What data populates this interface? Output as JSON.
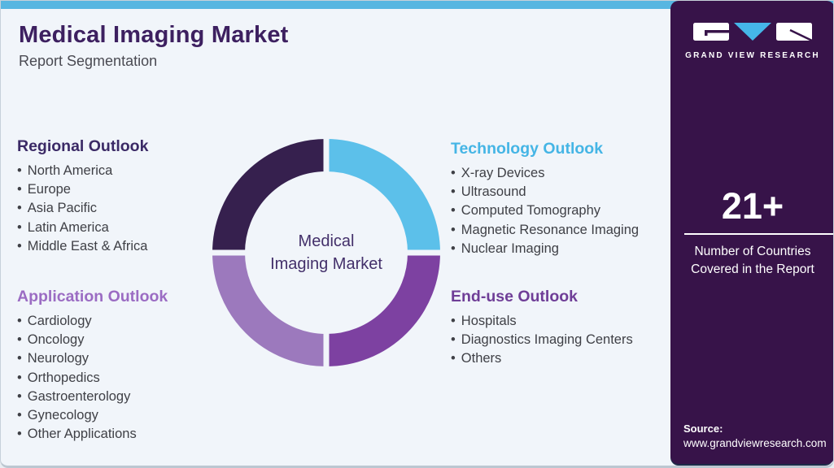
{
  "header": {
    "title": "Medical Imaging Market",
    "subtitle": "Report Segmentation"
  },
  "sections": {
    "regional": {
      "title": "Regional Outlook",
      "items": [
        "North America",
        "Europe",
        "Asia Pacific",
        "Latin America",
        "Middle East & Africa"
      ]
    },
    "application": {
      "title": "Application Outlook",
      "items": [
        "Cardiology",
        "Oncology",
        "Neurology",
        "Orthopedics",
        "Gastroenterology",
        "Gynecology",
        "Other Applications"
      ]
    },
    "technology": {
      "title": "Technology Outlook",
      "items": [
        "X-ray Devices",
        "Ultrasound",
        "Computed Tomography",
        "Magnetic Resonance Imaging",
        "Nuclear Imaging"
      ]
    },
    "enduse": {
      "title": "End-use Outlook",
      "items": [
        "Hospitals",
        "Diagnostics Imaging Centers",
        "Others"
      ]
    }
  },
  "donut": {
    "center_line1": "Medical",
    "center_line2": "Imaging Market",
    "segments": [
      {
        "position": "top-left",
        "color": "#36204e"
      },
      {
        "position": "top-right",
        "color": "#5cc0ea"
      },
      {
        "position": "bottom-right",
        "color": "#7d41a1"
      },
      {
        "position": "bottom-left",
        "color": "#9c79bd"
      }
    ]
  },
  "sidebar": {
    "brand": "GRAND VIEW RESEARCH",
    "stat_value": "21+",
    "stat_label": "Number of Countries Covered in the Report",
    "source_label": "Source:",
    "source_url": "www.grandviewresearch.com"
  },
  "colors": {
    "top_strip": "#57b6e1",
    "main_bg": "#f1f5fa",
    "title": "#3d2060",
    "subtitle": "#4a4a52",
    "body_text": "#3f4046",
    "regional_header": "#3b2a66",
    "application_header": "#9b6cc3",
    "technology_header": "#45b5e5",
    "enduse_header": "#6f3e97",
    "sidebar_bg": "#371349",
    "sidebar_footer": "#1e2a49",
    "logo_accent": "#45b6e8",
    "donut_center_text": "#43306a"
  }
}
